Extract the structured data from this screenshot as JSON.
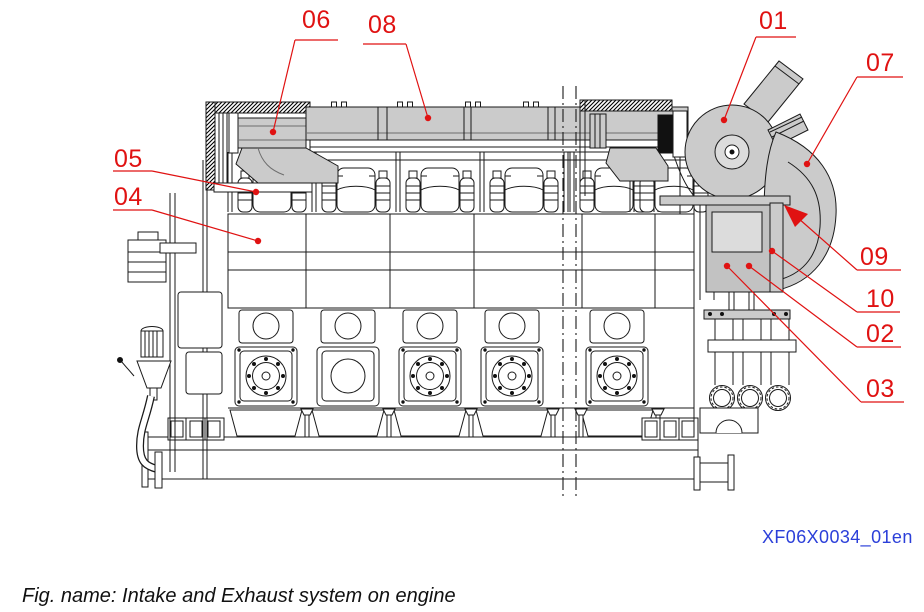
{
  "figure": {
    "caption": "Fig. name: Intake and Exhaust system on engine",
    "drawing_code": "XF06X0034_01en"
  },
  "callouts": [
    {
      "label": "01"
    },
    {
      "label": "02"
    },
    {
      "label": "03"
    },
    {
      "label": "04"
    },
    {
      "label": "05"
    },
    {
      "label": "06"
    },
    {
      "label": "07"
    },
    {
      "label": "08"
    },
    {
      "label": "09"
    },
    {
      "label": "10"
    }
  ],
  "colors": {
    "callout_red": "#e01212",
    "code_blue": "#2b3fd9",
    "line_black": "#1a1a1a",
    "shade_gray": "#cbcbcb"
  }
}
